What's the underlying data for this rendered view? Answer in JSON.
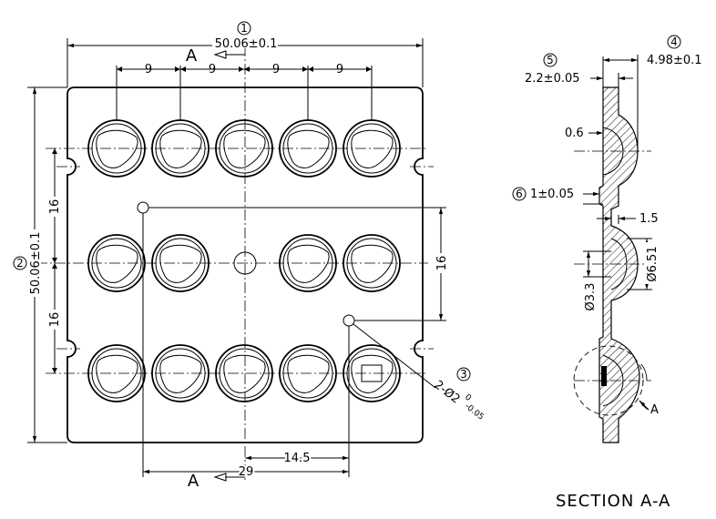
{
  "drawing": {
    "top_dims": {
      "callout_1": "1",
      "width": "50.06±0.1",
      "pitch": [
        "9",
        "9",
        "9",
        "9"
      ],
      "section_marker": "A"
    },
    "left_dims": {
      "callout_2": "2",
      "height": "50.06±0.1",
      "pitch_upper": "16",
      "pitch_lower": "16"
    },
    "right_dims": {
      "hole_spacing": "16"
    },
    "bottom_dims": {
      "offset": "14.5",
      "total": "29",
      "section_marker": "A"
    },
    "hole_callout": {
      "callout_3": "3",
      "label": "2-Ø2",
      "tol_upper": "0",
      "tol_lower": "-0.05"
    },
    "section": {
      "callout_4": "4",
      "thickness": "4.98±0.1",
      "callout_5": "5",
      "plate": "2.2±0.05",
      "lip": "0.6",
      "callout_6": "6",
      "step": "1±0.05",
      "gap": "1.5",
      "lens_dia": "Ø6.51",
      "bore_dia": "Ø3.3",
      "detail_marker": "A",
      "title": "SECTION A-A"
    }
  }
}
